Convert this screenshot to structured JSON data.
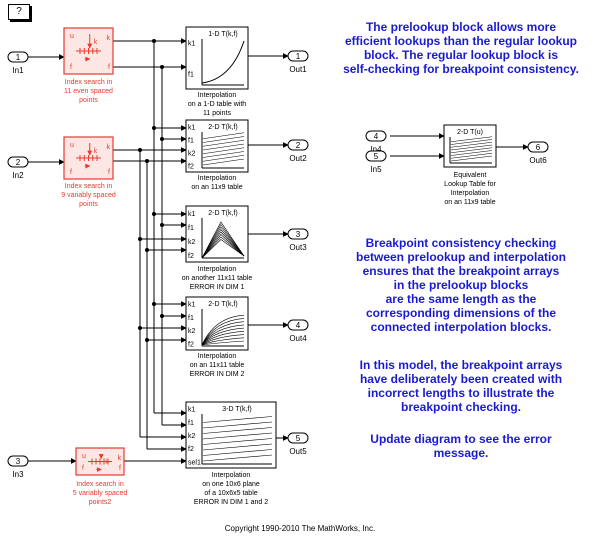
{
  "help_button": "?",
  "inports": [
    {
      "num": "1",
      "label": "In1"
    },
    {
      "num": "2",
      "label": "In2"
    },
    {
      "num": "3",
      "label": "In3"
    },
    {
      "num": "4",
      "label": "In4"
    },
    {
      "num": "5",
      "label": "In5"
    }
  ],
  "outports": [
    {
      "num": "1",
      "label": "Out1"
    },
    {
      "num": "2",
      "label": "Out2"
    },
    {
      "num": "3",
      "label": "Out3"
    },
    {
      "num": "4",
      "label": "Out4"
    },
    {
      "num": "5",
      "label": "Out5"
    },
    {
      "num": "6",
      "label": "Out6"
    }
  ],
  "prelookups": [
    {
      "ports_in": "u",
      "ports_out": [
        "k",
        "f"
      ],
      "caption": [
        "Index search in",
        "11 even spaced",
        "points"
      ]
    },
    {
      "ports_in": "u",
      "ports_out": [
        "k",
        "f"
      ],
      "caption": [
        "Index search in",
        "9 variably spaced",
        "points"
      ]
    },
    {
      "ports_in": "u",
      "ports_out": [
        "k",
        "f"
      ],
      "caption": [
        "Index search in",
        "5 variably spaced",
        "points2"
      ]
    }
  ],
  "interp_blocks": [
    {
      "title": "1-D T(k,f)",
      "ports": [
        "k1",
        "f1"
      ],
      "caption": [
        "Interpolation",
        "on a 1-D table with",
        "11 points"
      ]
    },
    {
      "title": "2-D T(k,f)",
      "ports": [
        "k1",
        "f1",
        "k2",
        "f2"
      ],
      "caption": [
        "Interpolation",
        "on an 11x9 table"
      ]
    },
    {
      "title": "2-D T(k,f)",
      "ports": [
        "k1",
        "f1",
        "k2",
        "f2"
      ],
      "caption": [
        "Interpolation",
        "on another 11x11 table",
        "ERROR IN DIM 1"
      ]
    },
    {
      "title": "2-D T(k,f)",
      "ports": [
        "k1",
        "f1",
        "k2",
        "f2"
      ],
      "caption": [
        "Interpolation",
        "on an 11x11 table",
        "ERROR IN DIM 2"
      ]
    },
    {
      "title": "3-D T(k,f)",
      "ports": [
        "k1",
        "f1",
        "k2",
        "f2",
        "sel1"
      ],
      "caption": [
        "Interpolation",
        "on one 10x6 plane",
        "of a 10x6x5 table",
        "ERROR IN DIM 1 and 2"
      ]
    }
  ],
  "lookup_table": {
    "title": "2-D T(u)",
    "caption": [
      "Equivalent",
      "Lookup Table for",
      "Interpolation",
      "on an 11x9 table"
    ]
  },
  "notes": {
    "top": "The prelookup block allows  more\nefficient lookups than the regular lookup\nblock.  The regular lookup block is\nself-checking for breakpoint consistency.",
    "middle": "Breakpoint consistency checking\nbetween prelookup and interpolation\nensures that the breakpoint arrays\nin the prelookup blocks\nare the same length as the\ncorresponding dimensions of the\nconnected interpolation blocks.",
    "model": "In this model, the breakpoint arrays\nhave deliberately been created with\nincorrect lengths to illustrate the\nbreakpoint checking.",
    "update": "Update diagram to see the error\nmessage."
  },
  "copyright": "Copyright 1990-2010 The MathWorks, Inc.",
  "colors": {
    "prelookup": "#e8392f",
    "prelookup_fill": "#fde7e5",
    "note": "#1a1ad6",
    "wire": "#000000"
  }
}
